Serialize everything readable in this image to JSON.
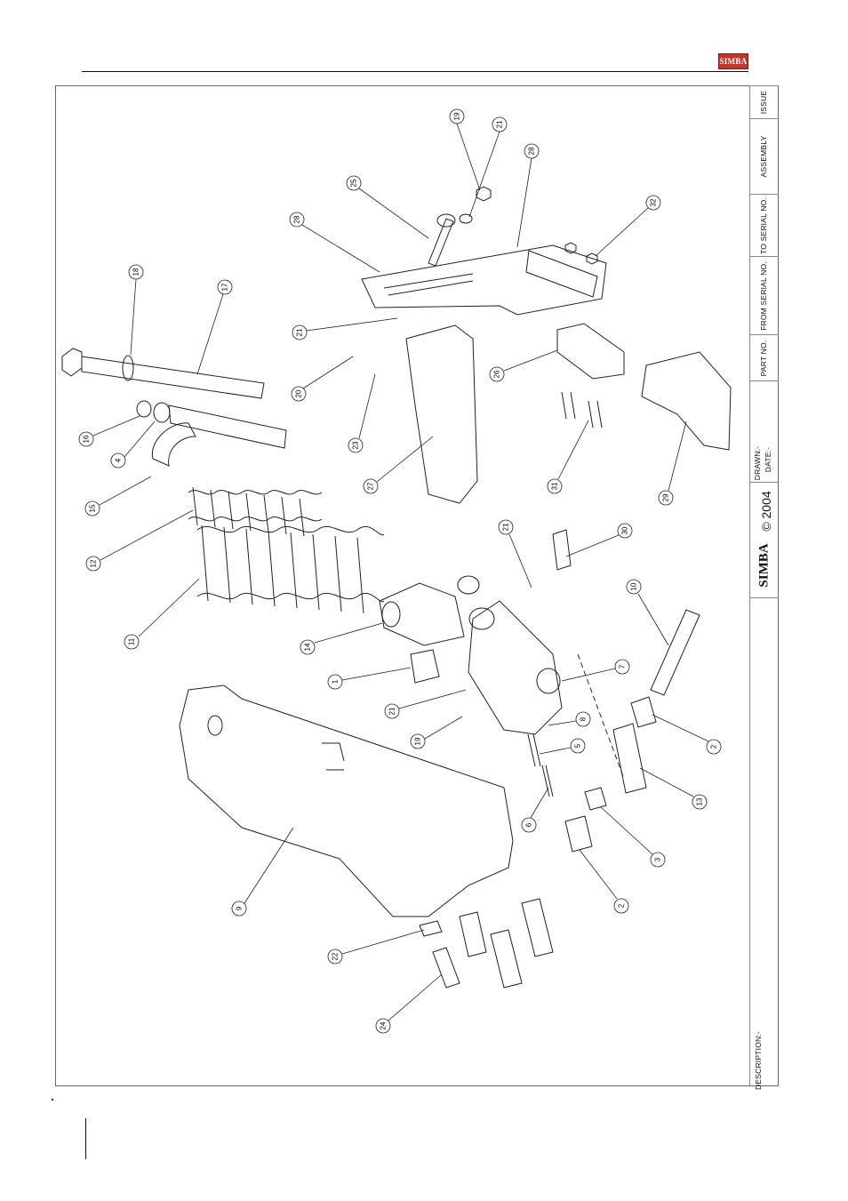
{
  "header": {
    "logo_text": "SIMBA",
    "brand_color": "#c0362c"
  },
  "title_block": {
    "issue_label": "ISSUE",
    "assembly_label": "ASSEMBLY",
    "to_serial_label": "TO SERIAL NO.",
    "from_serial_label": "FROM SERIAL NO.",
    "part_no_label": "PART NO.",
    "drawn_label": "DRAWN:-",
    "date_label": "DATE:-",
    "brand_name": "SIMBA",
    "copyright": "© 2004",
    "description_label": "DESCRIPTION:-"
  },
  "callouts": [
    "19",
    "21",
    "28",
    "25",
    "28",
    "32",
    "18",
    "17",
    "21",
    "20",
    "23",
    "26",
    "16",
    "4",
    "15",
    "27",
    "31",
    "29",
    "12",
    "21",
    "30",
    "11",
    "14",
    "10",
    "1",
    "7",
    "21",
    "19",
    "8",
    "2",
    "5",
    "13",
    "6",
    "3",
    "9",
    "2",
    "22",
    "24"
  ]
}
